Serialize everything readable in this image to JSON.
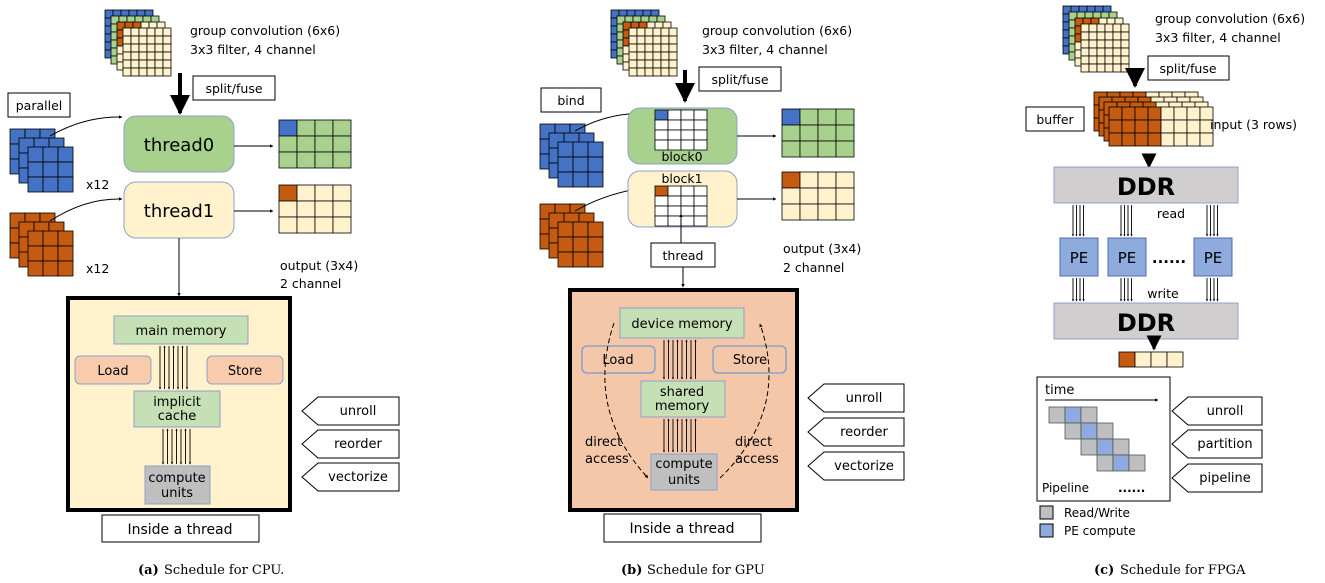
{
  "colors": {
    "blue": "#4472c4",
    "green": "#a9d18e",
    "orange": "#c55a11",
    "cream": "#fff2cc",
    "thread_box_green": "#a9d18e",
    "thread_box_cream": "#fff2cc",
    "cpu_panel": "#fff2cc",
    "gpu_panel": "#f4c7a8",
    "memory_green": "#c5e0b4",
    "load_store": "#f8cbad",
    "compute_gray": "#bfbfbf",
    "ddr_gray": "#d0cece",
    "pe_blue": "#8faadc"
  },
  "cpu": {
    "header_line1": "group convolution (6x6)",
    "header_line2": "3x3 filter, 4 channel",
    "split_fuse": "split/fuse",
    "parallel": "parallel",
    "thread0": "thread0",
    "thread1": "thread1",
    "x12_a": "x12",
    "x12_b": "x12",
    "output_line1": "output (3x4)",
    "output_line2": "2 channel",
    "main_memory": "main memory",
    "load": "Load",
    "store": "Store",
    "cache_line1": "implicit",
    "cache_line2": "cache",
    "compute_line1": "compute",
    "compute_line2": "units",
    "unroll": "unroll",
    "reorder": "reorder",
    "vectorize": "vectorize",
    "inside_thread": "Inside a thread",
    "caption_label": "(a)",
    "caption_text": "Schedule for CPU."
  },
  "gpu": {
    "header_line1": "group convolution (6x6)",
    "header_line2": "3x3 filter, 4 channel",
    "split_fuse": "split/fuse",
    "bind": "bind",
    "block0": "block0",
    "block1": "block1",
    "thread": "thread",
    "output_line1": "output (3x4)",
    "output_line2": "2 channel",
    "device_memory": "device memory",
    "load": "Load",
    "store": "Store",
    "shared_line1": "shared",
    "shared_line2": "memory",
    "direct_left_line1": "direct",
    "direct_left_line2": "access",
    "direct_right_line1": "direct",
    "direct_right_line2": "access",
    "compute_line1": "compute",
    "compute_line2": "units",
    "unroll": "unroll",
    "reorder": "reorder",
    "vectorize": "vectorize",
    "inside_thread": "Inside a thread",
    "caption_label": "(b)",
    "caption_text": "Schedule for GPU"
  },
  "fpga": {
    "header_line1": "group convolution (6x6)",
    "header_line2": "3x3 filter, 4 channel",
    "split_fuse": "split/fuse",
    "buffer": "buffer",
    "input_rows": "input (3 rows)",
    "ddr_top": "DDR",
    "read": "read",
    "pe1": "PE",
    "pe2": "PE",
    "pe3": "PE",
    "dots": "......",
    "write": "write",
    "ddr_bottom": "DDR",
    "time": "time",
    "pipeline_label": "Pipeline",
    "pipeline_dots": "......",
    "legend_rw": "Read/Write",
    "legend_pe": "PE compute",
    "unroll": "unroll",
    "partition": "partition",
    "pipeline_tag": "pipeline",
    "caption_label": "(c)",
    "caption_text": "Schedule for FPGA"
  }
}
